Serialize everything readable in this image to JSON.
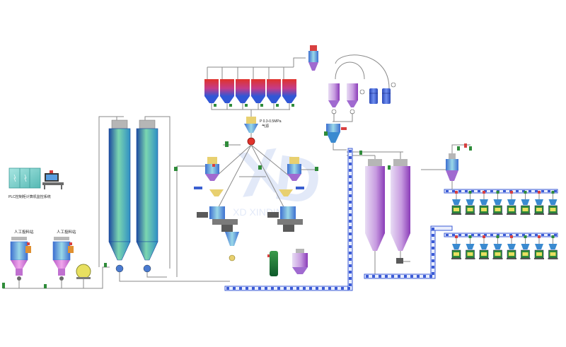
{
  "diagram": {
    "plc_panel_label": "PLC控制柜计算机监控系统",
    "manual_station_label_1": "人工投料站",
    "manual_station_label_2": "人工投料站",
    "pressure_label": "P 0.3-0.5MPa",
    "pressure_sub_label": "气源",
    "watermark": "XD XINDING",
    "colors": {
      "silo_gradient_top": "#7bd6b0",
      "silo_gradient_mid": "#2f8fc4",
      "silo_gradient_dark": "#1c4aa0",
      "hopper_red": "#e0332a",
      "hopper_blue": "#3157d6",
      "hopper_purple": "#a06ad0",
      "storage_silo_light": "#e6d6f2",
      "storage_silo_dark": "#8a3bb8",
      "drum_blue": "#3a5fd0",
      "conveyor_blue": "#3b5bd6",
      "station_pink": "#d680d8",
      "panel_teal": "#7fd3cf",
      "pipe_gray": "#8a8a8a"
    }
  }
}
